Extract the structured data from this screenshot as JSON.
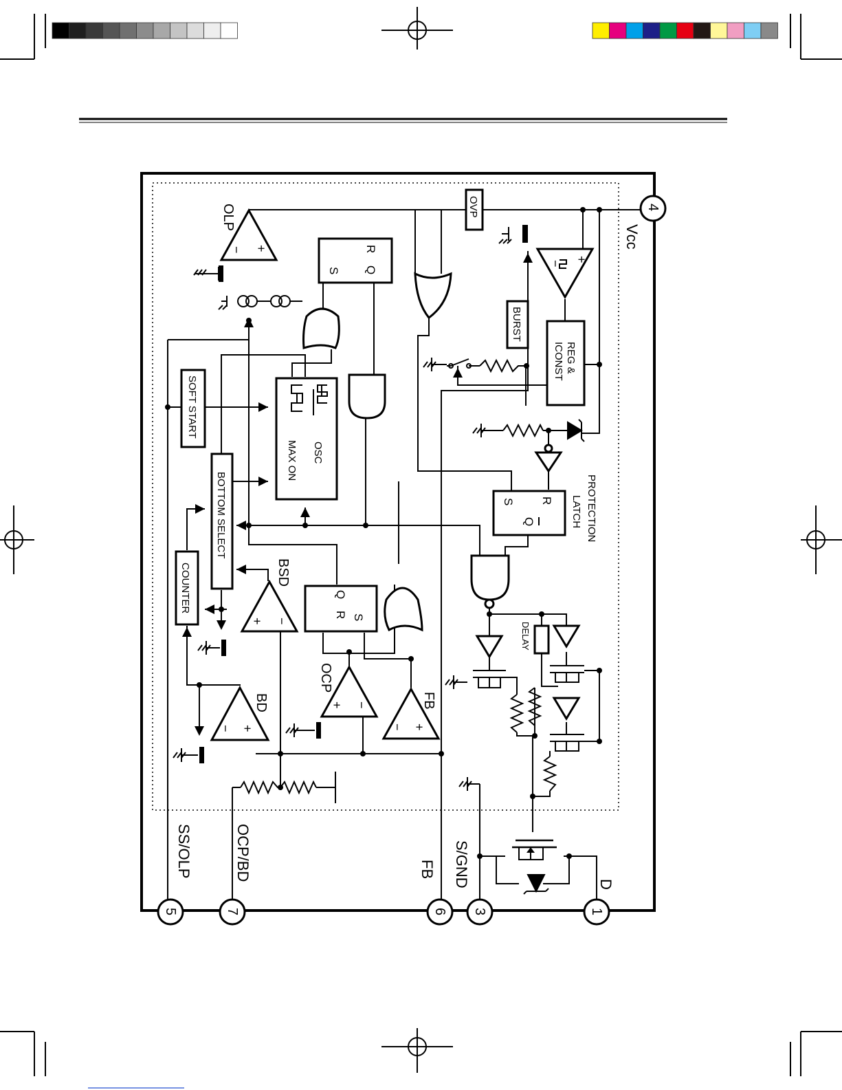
{
  "pins": [
    {
      "number": "4",
      "label": "Vcc"
    },
    {
      "number": "1",
      "label": "D"
    },
    {
      "number": "3",
      "label": "S/GND"
    },
    {
      "number": "6",
      "label": "FB"
    },
    {
      "number": "7",
      "label": "OCP/BD"
    },
    {
      "number": "5",
      "label": "SS/OLP"
    }
  ],
  "blocks": {
    "ovp": "OVP",
    "burst": "BURST",
    "reg_line1": "REG &",
    "reg_line2": "ICONST",
    "soft_start": "SOFT START",
    "osc": "OSC",
    "max_on": "MAX  ON",
    "bottom_select": "BOTTOM  SELECT",
    "counter": "COUNTER",
    "protection_line1": "PROTECTION",
    "protection_line2": "LATCH",
    "delay": "DELAY"
  },
  "comparators": {
    "olp": "OLP",
    "bsd": "BSD",
    "bd": "BD",
    "ocp": "OCP",
    "fb": "FB"
  },
  "latch_pins": {
    "r": "R",
    "q": "Q",
    "s": "S",
    "qbar": "Q"
  },
  "signs": {
    "plus": "+",
    "minus": "−"
  },
  "color_bar": [
    "#000000",
    "#1f1f1f",
    "#3a3a3a",
    "#555555",
    "#707070",
    "#8c8c8c",
    "#a8a8a8",
    "#c4c4c4",
    "#dcdcdc",
    "#eeeeee",
    "#ffffff"
  ],
  "process_bar": [
    "#ffee00",
    "#e6007e",
    "#00a0e9",
    "#1d2088",
    "#009944",
    "#e60012",
    "#231815",
    "#fff799",
    "#f19ec2",
    "#7ecef4",
    "#898989"
  ]
}
